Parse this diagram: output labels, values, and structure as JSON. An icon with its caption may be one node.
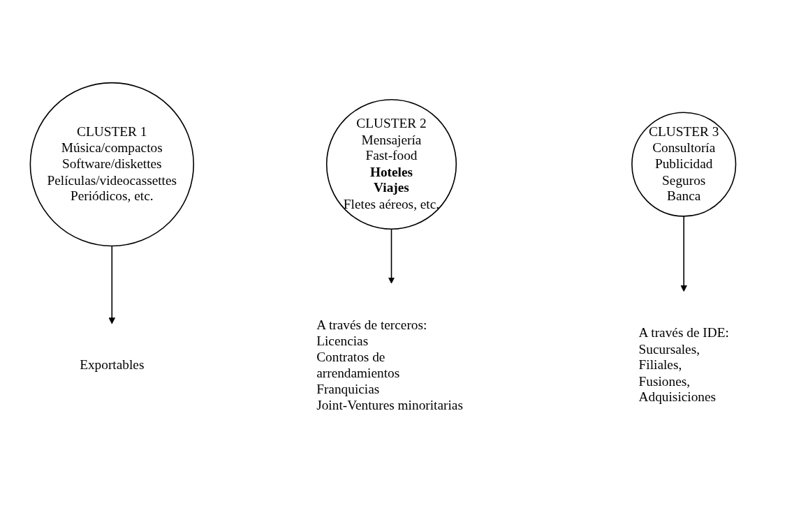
{
  "diagram": {
    "nodes": [
      {
        "text": [
          "Exportables"
        ]
      },
      {
        "text": [
          "CLUSTER 1",
          "Música/compactos",
          "Software/diskettes",
          "Películas/videocassettes",
          "Periódicos, etc."
        ]
      },
      {
        "text": [
          "CLUSTER 2",
          "Mensajería",
          "Fast-food",
          "Hoteles",
          "Viajes",
          "Fletes aéreos, etc."
        ]
      },
      {
        "text": [
          "A través de terceros:",
          "Licencias",
          "Contratos de arrendamientos",
          "Franquicias",
          "Joint-Ventures minoritarias"
        ]
      },
      {
        "text": [
          "CLUSTER 3",
          "Consultoría",
          "Publicidad",
          "Seguros",
          "Banca"
        ]
      },
      {
        "text": [
          "A través de IDE:",
          "Sucursales,",
          "Filiales,",
          "Fusiones,",
          "Adquisiciones"
        ]
      }
    ],
    "edges": [
      {
        "from": 1,
        "to": 0,
        "arrow": "to"
      },
      {
        "from": 2,
        "to": 3,
        "arrow": "to"
      },
      {
        "from": 4,
        "to": 5,
        "arrow": "to"
      }
    ]
  }
}
